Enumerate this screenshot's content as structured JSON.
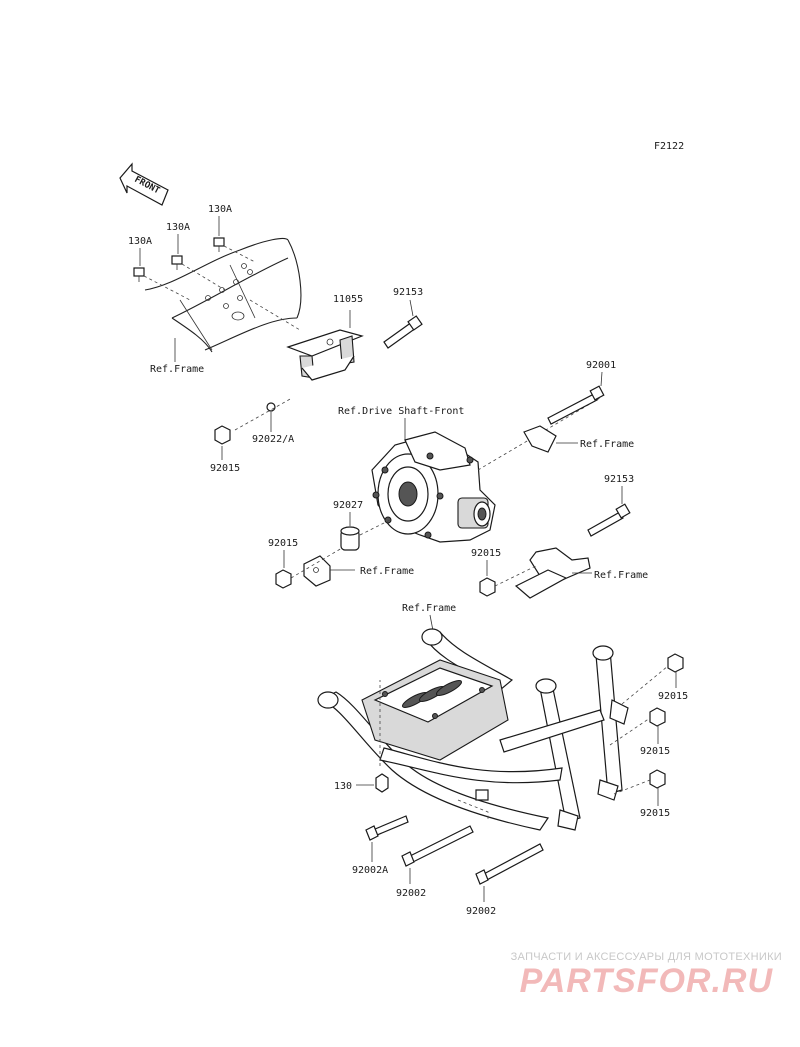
{
  "figure_code": "F2122",
  "front_label": "FRONT",
  "labels": {
    "p130a_1": "130A",
    "p130a_2": "130A",
    "p130a_3": "130A",
    "ref_frame_1": "Ref.Frame",
    "p11055": "11055",
    "p92153_1": "92153",
    "p92022a": "92022/A",
    "p92015_1": "92015",
    "ref_drive_shaft": "Ref.Drive Shaft-Front",
    "p92001": "92001",
    "ref_frame_2": "Ref.Frame",
    "p92153_2": "92153",
    "p92027": "92027",
    "p92015_2": "92015",
    "ref_frame_3": "Ref.Frame",
    "p92015_3": "92015",
    "ref_frame_4": "Ref.Frame",
    "ref_frame_5": "Ref.Frame",
    "p92015_4": "92015",
    "p92015_5": "92015",
    "p92015_6": "92015",
    "p130": "130",
    "p92002a": "92002A",
    "p92002_1": "92002",
    "p92002_2": "92002"
  },
  "watermark": {
    "caption": "ЗАПЧАСТИ И АКСЕССУАРЫ ДЛЯ МОТОТЕХНИКИ",
    "logo": "PARTSFOR.RU"
  }
}
